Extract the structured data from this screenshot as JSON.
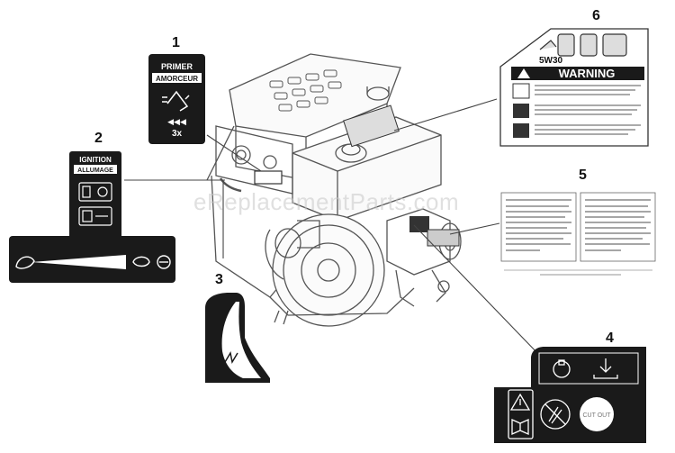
{
  "diagram": {
    "callouts": [
      "1",
      "2",
      "3",
      "4",
      "5",
      "6"
    ],
    "watermark": "eReplacementParts.com",
    "decal_primer": {
      "title": "PRIMER",
      "subtitle": "AMORCEUR",
      "count": "3x"
    },
    "decal_ignition": {
      "title": "IGNITION",
      "subtitle": "ALLUMAGE"
    },
    "decal_warning": {
      "oil": "5W30",
      "title": "WARNING"
    },
    "decal_cutout": {
      "label": "CUT OUT"
    }
  },
  "colors": {
    "ink": "#111111",
    "line": "#555555",
    "panel": "#1a1a1a"
  }
}
